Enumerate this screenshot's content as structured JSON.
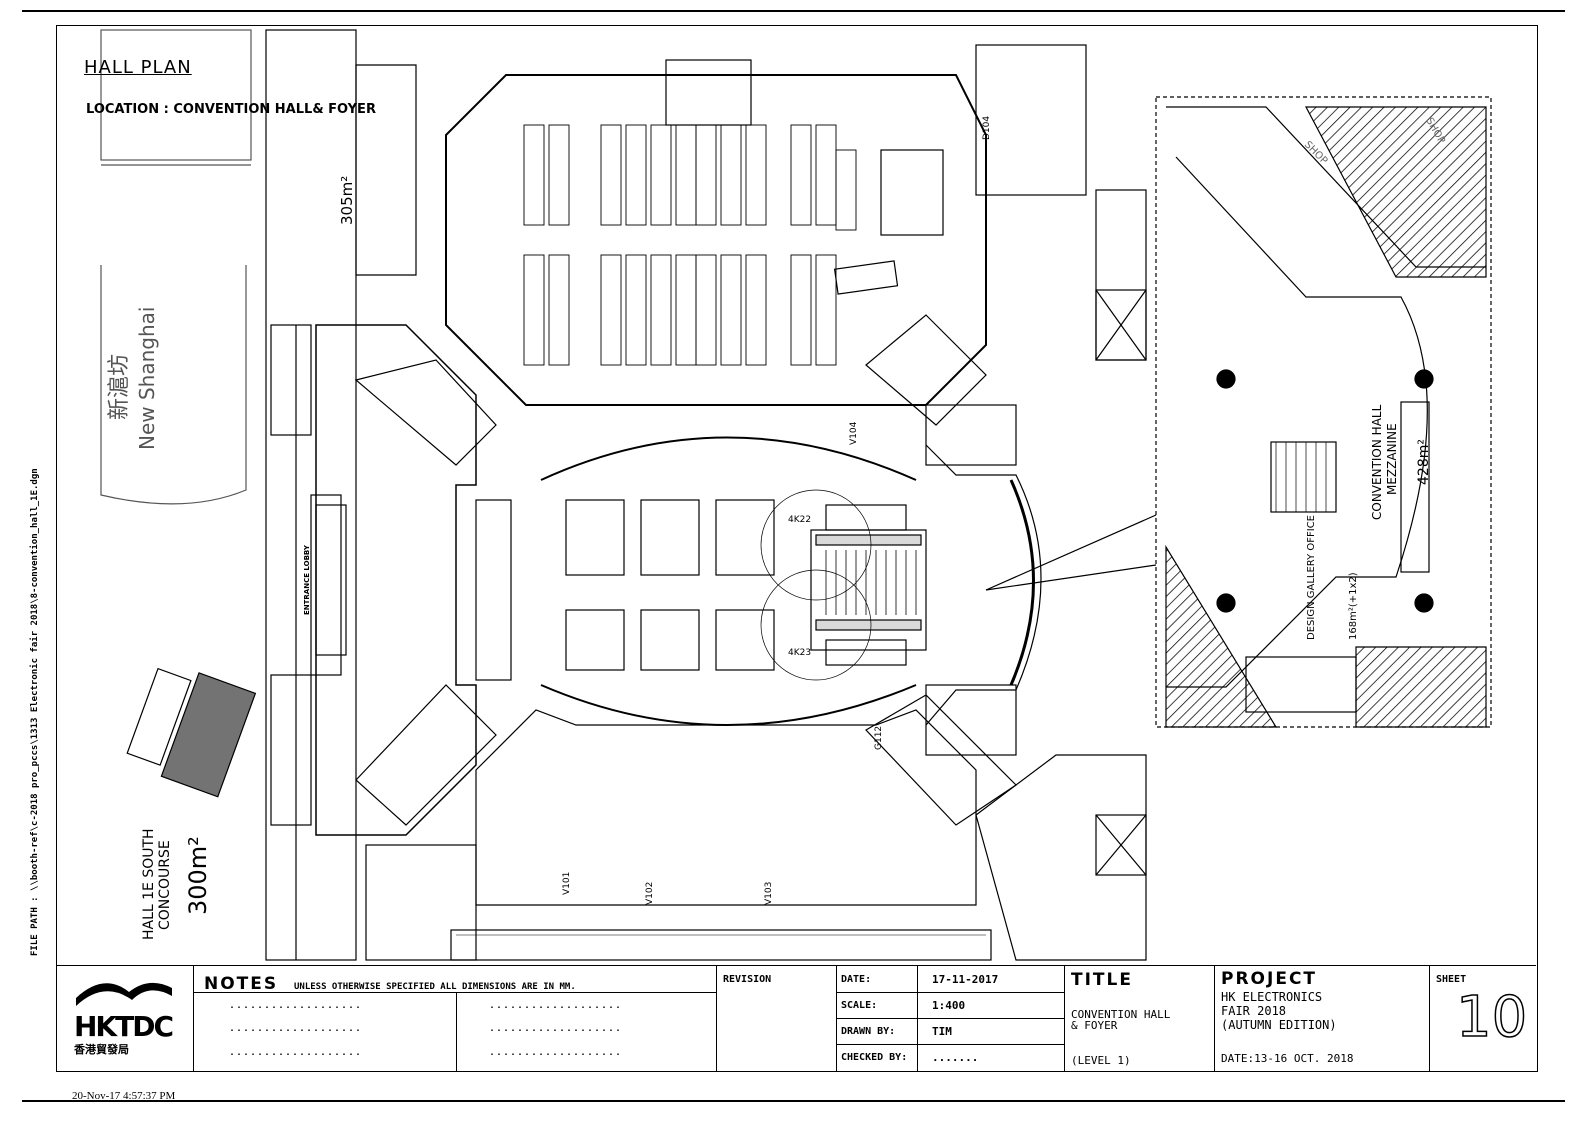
{
  "header": {
    "hall_plan": "HALL PLAN",
    "location": "LOCATION : CONVENTION HALL& FOYER"
  },
  "file_path": "FILE PATH : \\\\booth-ref\\c-2018 pro_pccs\\1313 Electronic fair 2018\\8-convention_hall_1E.dgn",
  "timestamp": "20-Nov-17 4:57:37 PM",
  "labels": {
    "new_shanghai_cn": "新滬坊",
    "new_shanghai": "New Shanghai",
    "concourse_1": "HALL 1E SOUTH",
    "concourse_2": "CONCOURSE",
    "concourse_area": "300m²",
    "area_305": "305m²",
    "entrance_lobby": "ENTRANCE LOBBY",
    "mezzanine_1": "CONVENTION HALL",
    "mezzanine_2": "MEZZANINE",
    "mezzanine_area": "428m²",
    "design_gallery": "DESIGN GALLERY OFFICE",
    "design_gallery_area": "168m²(+1x2)",
    "room_d104": "D104",
    "room_v104": "V104",
    "room_g112": "G112",
    "room_v101": "V101",
    "room_v102": "V102",
    "room_v103": "V103",
    "booth_4k22": "4K22",
    "booth_4k23": "4K23",
    "shop": "SHOP",
    "shop2": "SHOP"
  },
  "title_block": {
    "logo": "HKTDC",
    "logo_cn": "香港貿發局",
    "notes_title": "NOTES",
    "notes_text": "UNLESS OTHERWISE SPECIFIED ALL DIMENSIONS ARE IN MM.",
    "dots": "...................",
    "revision_label": "REVISION",
    "date_label": "DATE:",
    "date_value": "17-11-2017",
    "scale_label": "SCALE:",
    "scale_value": "1:400",
    "drawn_label": "DRAWN BY:",
    "drawn_value": "TIM",
    "checked_label": "CHECKED BY:",
    "checked_value": ".......",
    "title_label": "TITLE",
    "title_1": "CONVENTION HALL",
    "title_2": "& FOYER",
    "title_3": "(LEVEL 1)",
    "project_label": "PROJECT",
    "project_1": "HK ELECTRONICS",
    "project_2": "FAIR 2018",
    "project_3": "(AUTUMN EDITION)",
    "project_date": "DATE:13-16 OCT. 2018",
    "sheet_label": "SHEET",
    "sheet_value": "10"
  }
}
